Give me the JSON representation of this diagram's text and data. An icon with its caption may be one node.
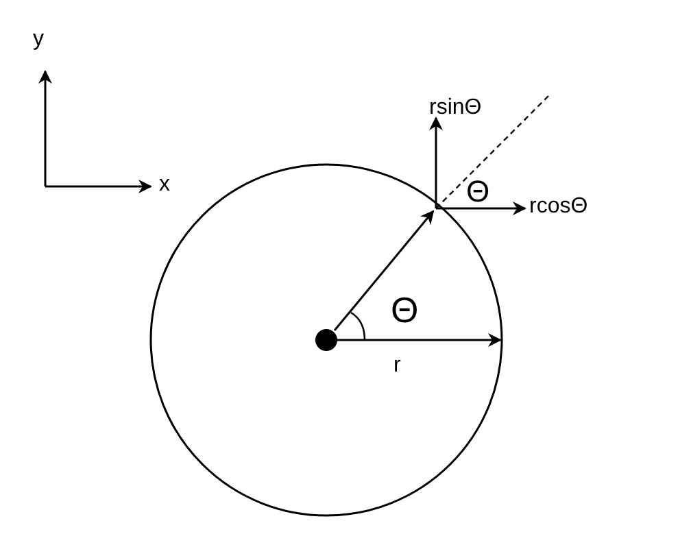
{
  "diagram": {
    "labels": [
      "y",
      "x",
      "rsinΘ",
      "Θ",
      "rcosΘ",
      "Θ",
      "r"
    ]
  }
}
